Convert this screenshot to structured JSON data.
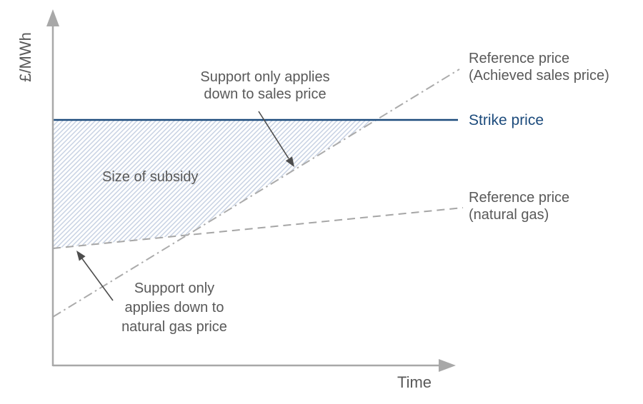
{
  "axes": {
    "y_label": "£/MWh",
    "x_label": "Time"
  },
  "legend": {
    "reference_sales": [
      "Reference price",
      "(Achieved sales price)"
    ],
    "strike": "Strike price",
    "reference_gas": [
      "Reference price",
      "(natural gas)"
    ]
  },
  "annotations": {
    "support_sales": [
      "Support only applies",
      "down to sales price"
    ],
    "subsidy": "Size of subsidy",
    "support_gas": [
      "Support only",
      "applies down to",
      "natural gas price"
    ]
  },
  "colors": {
    "strike_blue": "#1c4b7c",
    "line_gray": "#ababab",
    "axis_gray": "#a8a8a8",
    "text_gray": "#595959",
    "hatch_blue": "#c3cee1",
    "arrow_dark_gray": "#4d4d4d"
  },
  "chart_data": {
    "type": "line",
    "title": "",
    "xlabel": "Time",
    "ylabel": "£/MWh",
    "axis_ticks": "none (schematic diagram, relative units where strike price = 100)",
    "grid": false,
    "legend_position": "right, as direct line labels",
    "series": [
      {
        "name": "Strike price",
        "style": "solid",
        "color": "#1c4b7c",
        "x": [
          0,
          1
        ],
        "values": [
          100,
          100
        ]
      },
      {
        "name": "Reference price (Achieved sales price)",
        "style": "dash-dot",
        "color": "#ababab",
        "x": [
          0,
          1
        ],
        "values": [
          20,
          121
        ]
      },
      {
        "name": "Reference price (natural gas)",
        "style": "dashed",
        "color": "#a6a6a6",
        "x": [
          0,
          1
        ],
        "values": [
          48,
          64
        ]
      }
    ],
    "key_points": {
      "gas_crosses_sales_price": {
        "x": 0.33,
        "value": 53
      },
      "sales_price_crosses_strike": {
        "x": 0.8,
        "value": 100
      }
    },
    "shaded_region": {
      "label": "Size of subsidy",
      "fill": "diagonal hatch",
      "description": "Area between the strike price and the higher of the two reference prices, from x=0 until the achieved sales price reaches the strike price",
      "vertices_x": [
        0,
        0.8,
        0.33,
        0
      ],
      "vertices_values": [
        100,
        100,
        53,
        48
      ]
    },
    "callouts": [
      {
        "text": "Support only applies down to sales price",
        "arrow_points_to": "achieved sales price line on lower edge of hatched area"
      },
      {
        "text": "Support only applies down to natural gas price",
        "arrow_points_to": "natural gas price line on lower edge of hatched area"
      }
    ]
  }
}
